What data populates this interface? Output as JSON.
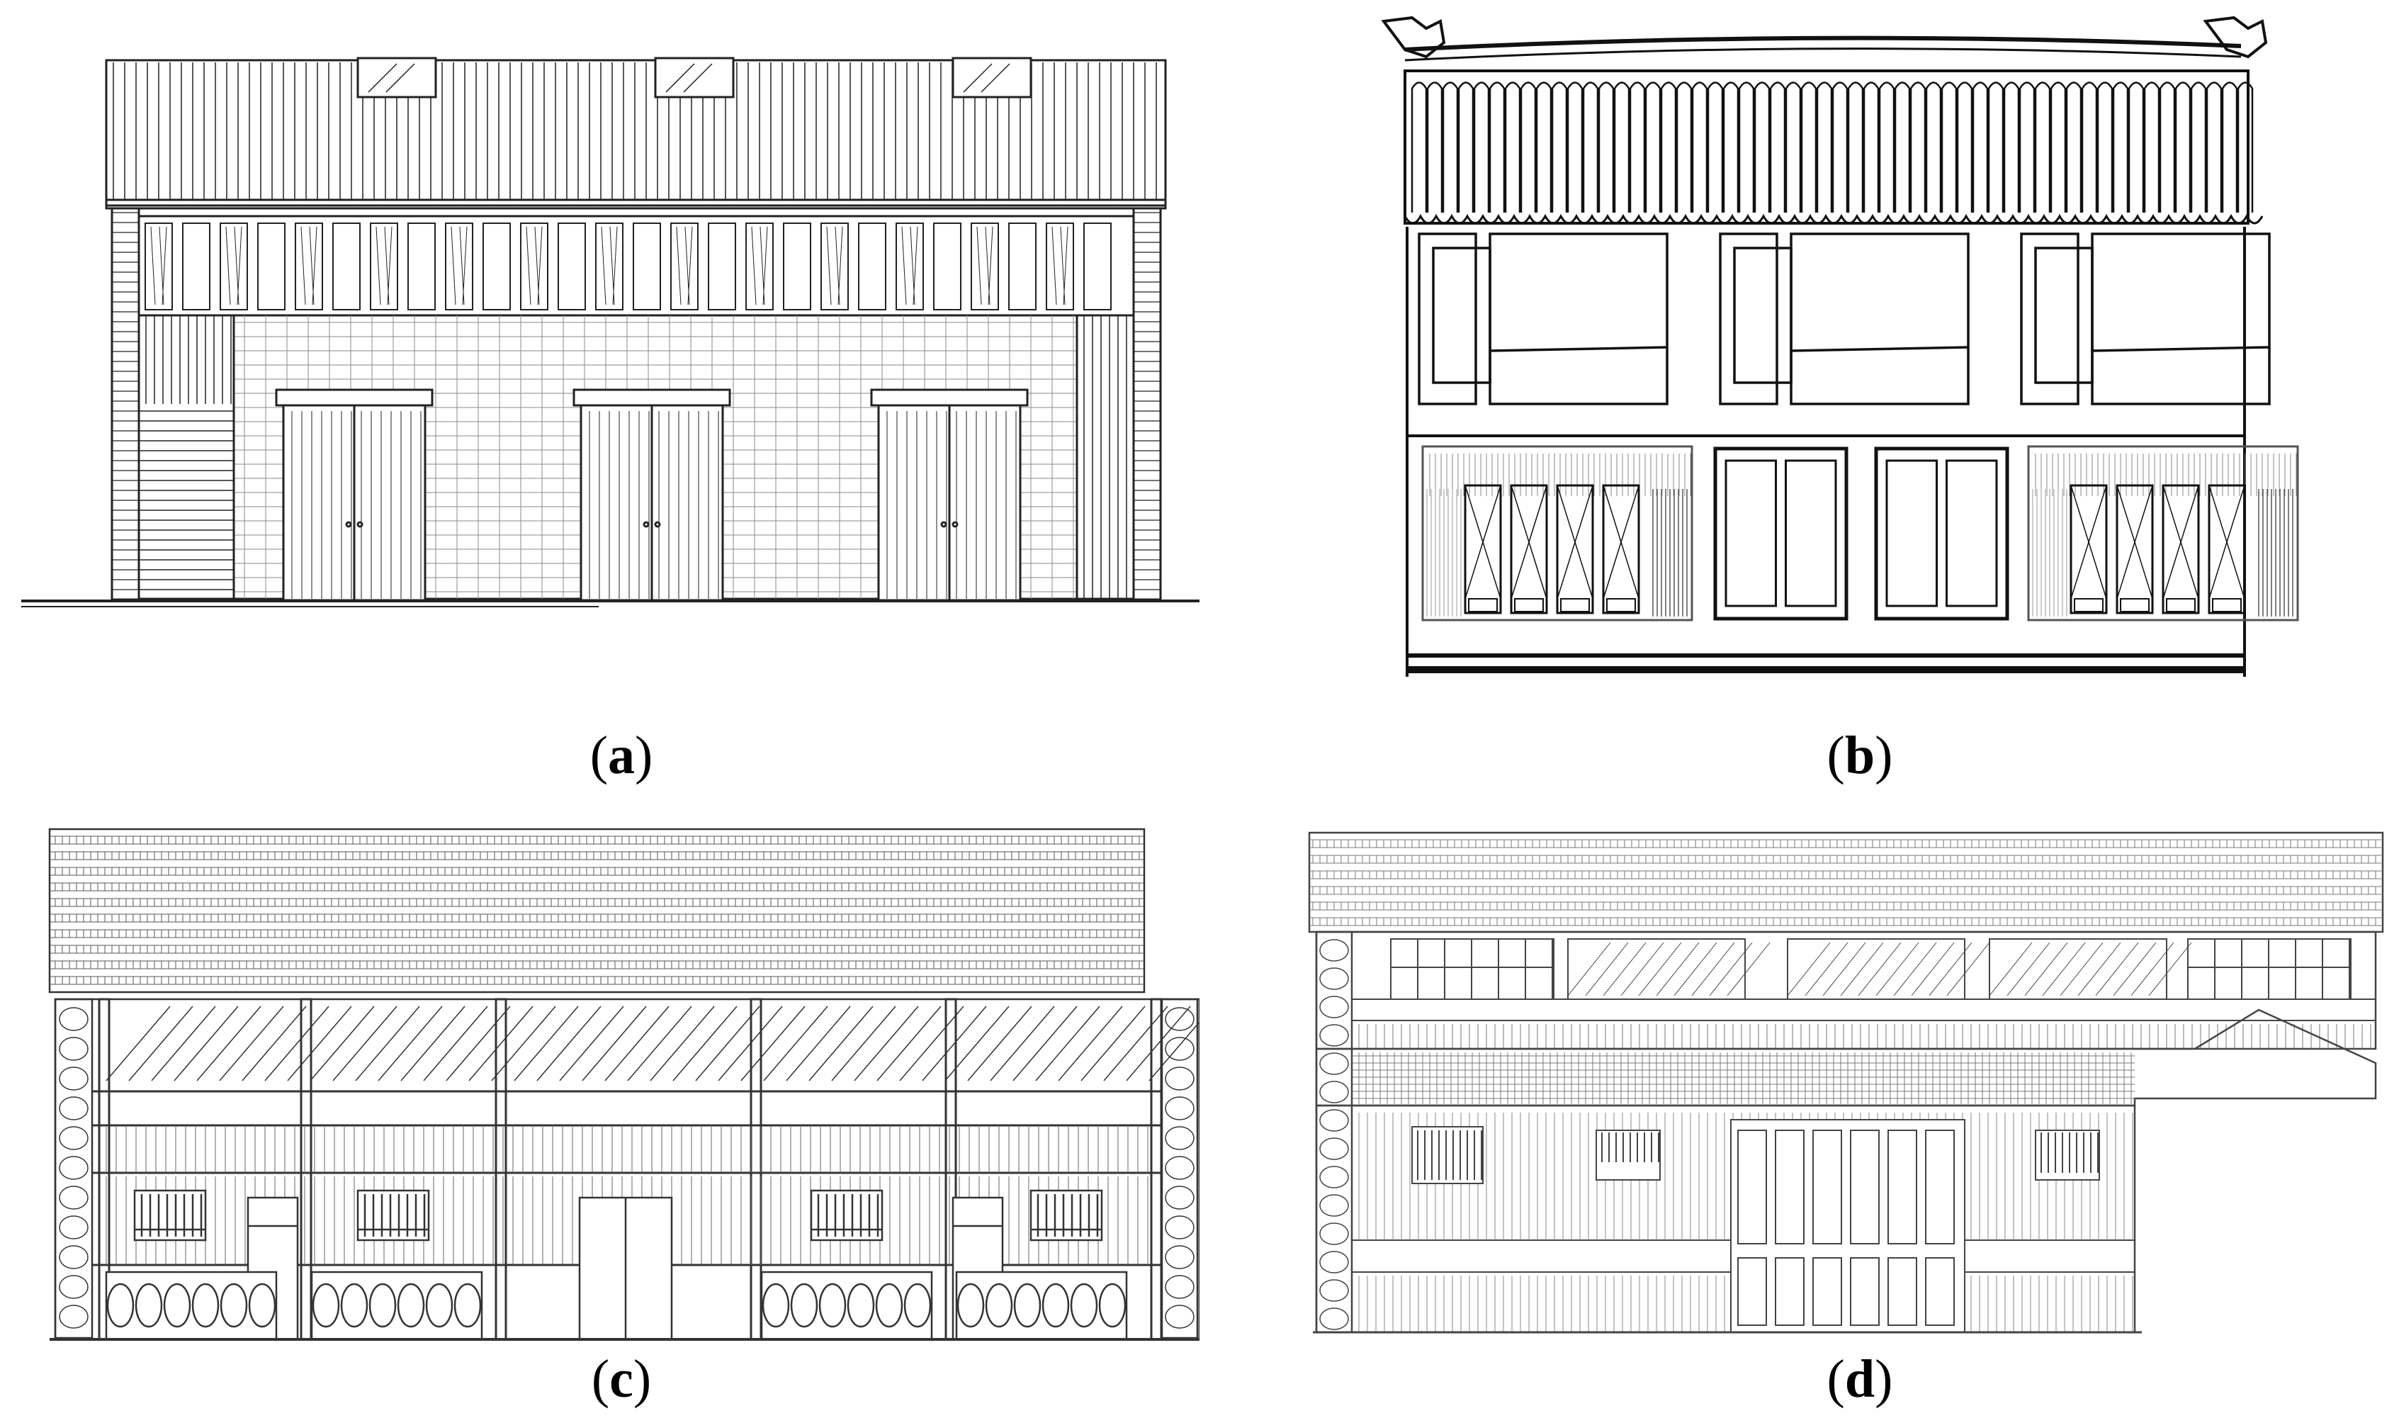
{
  "figure": {
    "panels": [
      {
        "id": "a",
        "label": "a"
      },
      {
        "id": "b",
        "label": "b"
      },
      {
        "id": "c",
        "label": "c"
      },
      {
        "id": "d",
        "label": "d"
      }
    ]
  },
  "colors": {
    "line": "#222222",
    "light_line": "#6a6a6a",
    "background": "#ffffff"
  }
}
